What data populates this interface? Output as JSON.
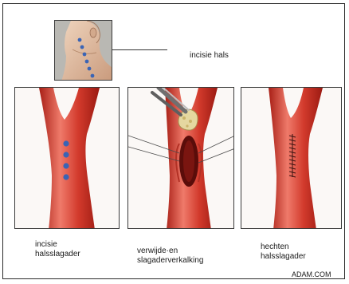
{
  "labels": {
    "neck_incision": "incisie hals",
    "panel1": "incisie\nhalsslagader",
    "panel2": "verwijde·en\nslagaderverkalking",
    "panel3": "hechten\nhalsslagader"
  },
  "credit": "ADAM.COM",
  "colors": {
    "artery": "#d23a2c",
    "artery_dark": "#a81f16",
    "artery_light": "#ef7a6a",
    "incision_dots": "#3a64b5",
    "skin": "#e3c2a8",
    "plaque": "#e5d7a0"
  }
}
